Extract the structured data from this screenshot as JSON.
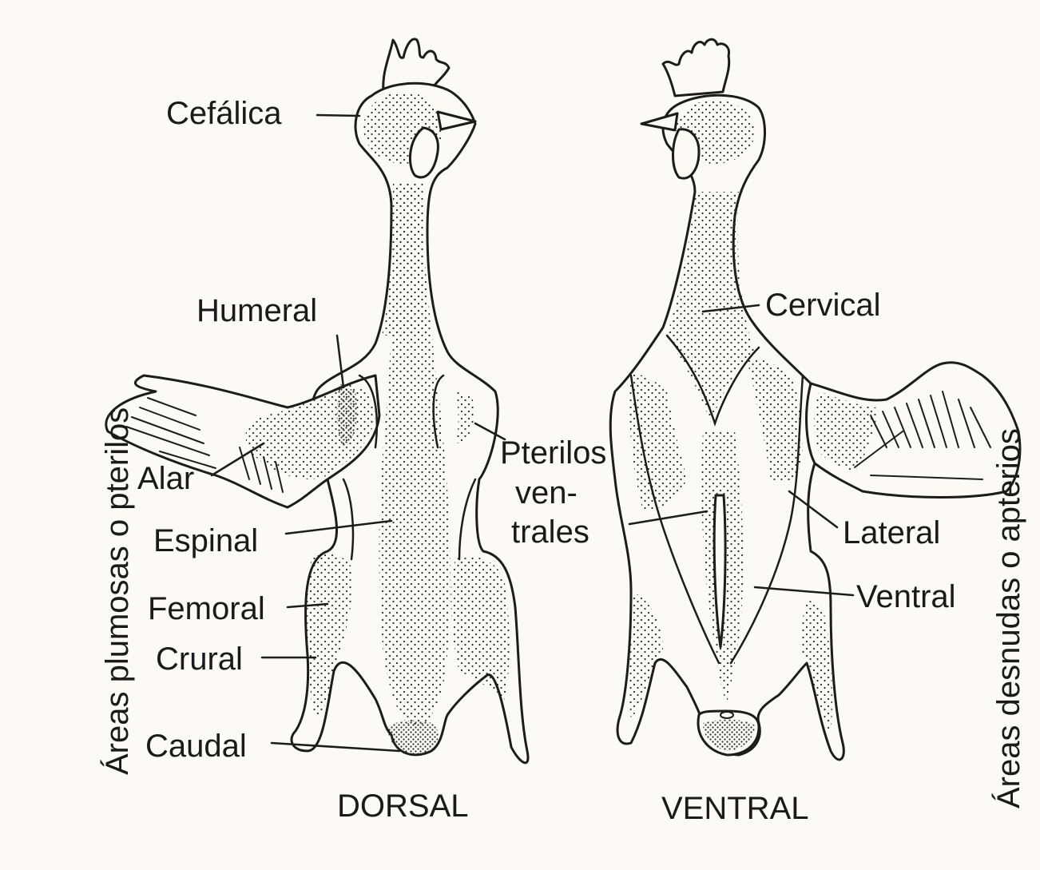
{
  "side_labels": {
    "left": "Áreas plumosas o pterilos",
    "right": "Áreas desnudas o apterios"
  },
  "views": {
    "dorsal": "DORSAL",
    "ventral": "VENTRAL"
  },
  "dorsal_labels": {
    "cefalica": "Cefálica",
    "humeral": "Humeral",
    "alar": "Alar",
    "espinal": "Espinal",
    "femoral": "Femoral",
    "crural": "Crural",
    "caudal": "Caudal"
  },
  "ventral_labels": {
    "cervical": "Cervical",
    "pterilos_ventrales_line1": "Pterilos",
    "pterilos_ventrales_line2": "ven-",
    "pterilos_ventrales_line3": "trales",
    "lateral": "Lateral",
    "ventral": "Ventral"
  }
}
